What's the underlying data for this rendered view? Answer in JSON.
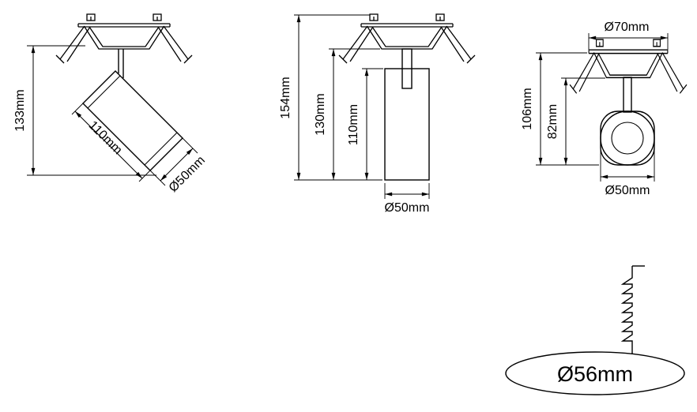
{
  "drawing": {
    "views": {
      "tilted": {
        "height": "133mm",
        "length": "110mm",
        "diameter": "Ø50mm"
      },
      "front": {
        "total_height": "154mm",
        "mid_height": "130mm",
        "body_height": "110mm",
        "diameter": "Ø50mm"
      },
      "side": {
        "flange_diameter": "Ø70mm",
        "height": "106mm",
        "body_height": "82mm",
        "diameter": "Ø50mm"
      },
      "cutout": {
        "hole_diameter": "Ø56mm"
      }
    }
  }
}
